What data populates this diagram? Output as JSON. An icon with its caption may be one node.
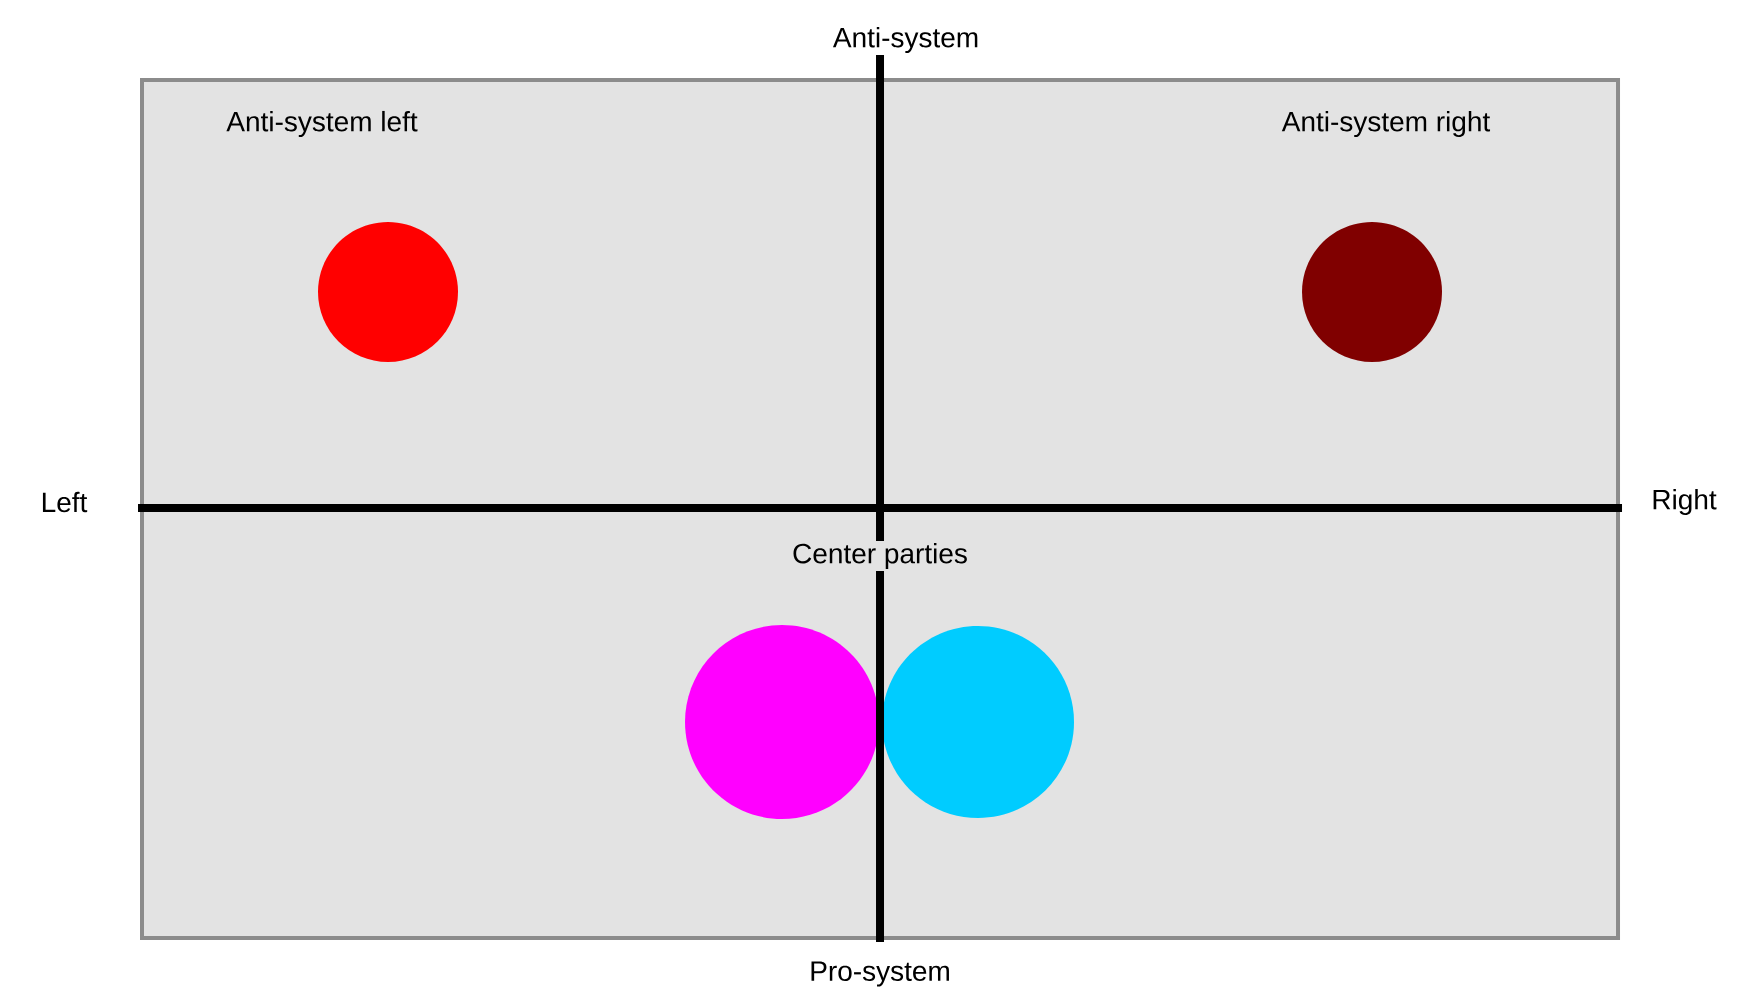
{
  "diagram": {
    "nodes": [
      {
        "text": [],
        "shape": "circle"
      },
      {
        "text": [],
        "shape": "circle"
      },
      {
        "text": [],
        "shape": "circle"
      },
      {
        "text": [],
        "shape": "circle"
      }
    ],
    "labels": [
      "Anti-system",
      "Anti-system left",
      "Anti-system right",
      "Left",
      "Right",
      "Center parties",
      "Pro-system"
    ]
  }
}
